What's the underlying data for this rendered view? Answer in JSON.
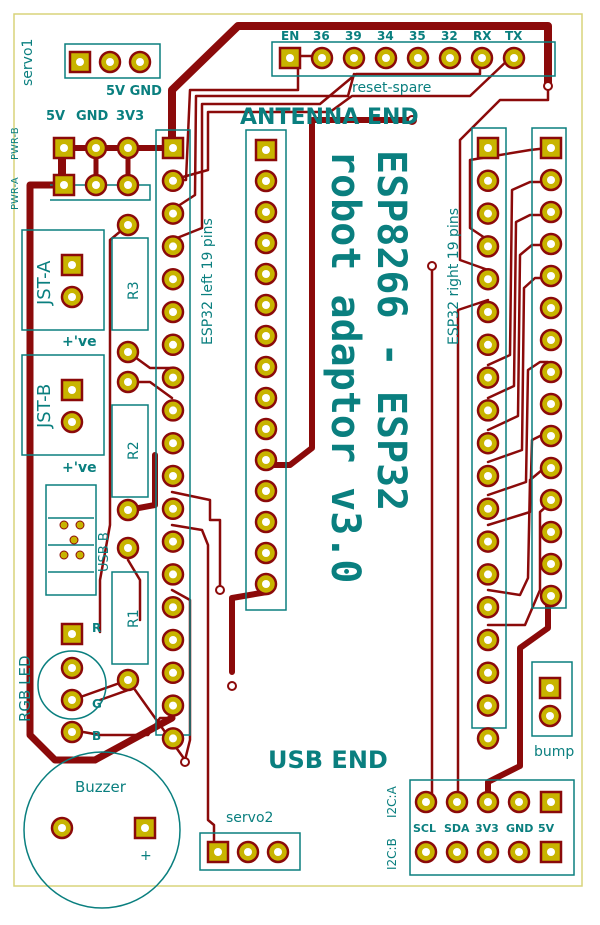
{
  "title_line1": "ESP8266 - ESP32",
  "title_line2": "robot adaptor v3.0",
  "antenna_end": "ANTENNA END",
  "usb_end": "USB END",
  "esp32_left": "ESP32 left 19 pins",
  "esp32_right": "ESP32 right 19 pins",
  "reset_spare": "reset-spare",
  "header_pins": [
    "EN",
    "36",
    "39",
    "34",
    "35",
    "32",
    "RX",
    "TX"
  ],
  "servo1": "servo1",
  "servo2": "servo2",
  "five_v_gnd": "5V GND",
  "pwr_labels": [
    "5V",
    "GND",
    "3V3"
  ],
  "pwr_b": "PWR-B",
  "pwr_a": "PWR-A",
  "jst_a": "JST-A",
  "jst_b": "JST-B",
  "plus_ve": "+'ve",
  "r3": "R3",
  "r2": "R2",
  "r1": "R1",
  "usb_b": "USB B",
  "rgb_led": "RGB LED",
  "rgb_r": "R",
  "rgb_g": "G",
  "rgb_b": "B",
  "buzzer": "Buzzer",
  "buzzer_plus": "+",
  "bump": "bump",
  "i2c_a": "I2C:A",
  "i2c_b": "I2C:B",
  "i2c_pins": [
    "SCL",
    "SDA",
    "3V3",
    "GND",
    "5V"
  ],
  "colors": {
    "copper": "#8b0a0a",
    "pad": "#c8b400",
    "silk": "#0a7f7f",
    "outline": "#d8d47a"
  }
}
